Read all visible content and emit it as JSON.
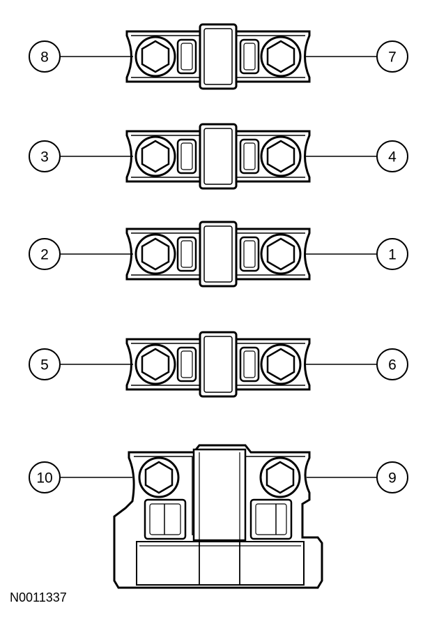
{
  "figure_id": "N0011337",
  "caps": [
    {
      "name": "cap-row-1",
      "left_callout": "8",
      "right_callout": "7"
    },
    {
      "name": "cap-row-2",
      "left_callout": "3",
      "right_callout": "4"
    },
    {
      "name": "cap-row-3",
      "left_callout": "2",
      "right_callout": "1"
    },
    {
      "name": "cap-row-4",
      "left_callout": "5",
      "right_callout": "6"
    },
    {
      "name": "cap-row-5",
      "left_callout": "10",
      "right_callout": "9"
    }
  ],
  "colors": {
    "stroke": "#000000",
    "background": "#ffffff"
  }
}
